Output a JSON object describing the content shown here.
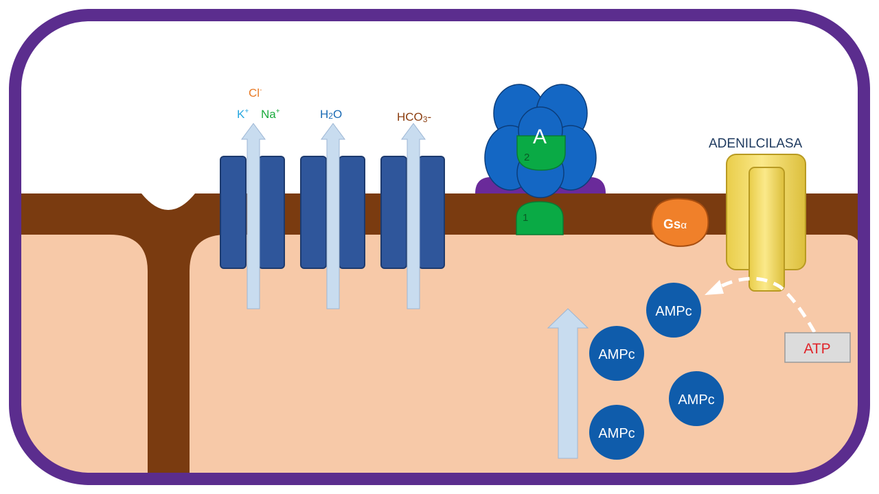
{
  "ions": {
    "cl": "Cl",
    "cl_charge": "-",
    "k": "K",
    "k_charge": "+",
    "na": "Na",
    "na_charge": "+",
    "h2o_h": "H",
    "h2o_sub": "2",
    "h2o_o": "O",
    "hco3": "HCO",
    "hco3_sub": "3",
    "hco3_charge": "-"
  },
  "receptor": {
    "label": "A",
    "subunit_2": "2",
    "subunit_1": "1"
  },
  "enzyme": {
    "title": "ADENILCILASA"
  },
  "g_protein": {
    "label": "Gs",
    "sub": "α"
  },
  "substrate": {
    "label": "ATP"
  },
  "camp": {
    "label": "AMPc",
    "count": 4
  },
  "colors": {
    "frame": "#5b2d8e",
    "membrane": "#7a3b10",
    "cytoplasm": "#f7c9a8",
    "channel": "#2f569b",
    "arrow": "#c8dcef",
    "receptor_blue": "#1467c4",
    "receptor_green": "#0aaa45",
    "anchor_purple": "#6a2a9a",
    "adenylyl_yellow": "#f5df6e",
    "gs_orange": "#f0802a",
    "camp_blue": "#0f5cab",
    "atp_box": "#dcdcdc",
    "atp_text": "#e0242a",
    "cl_orange": "#e87a26",
    "k_cyan": "#27a7e0",
    "na_green": "#1aaa3c",
    "h2o_blue": "#1b6bb5",
    "hco3_brown": "#8b3d0f"
  }
}
